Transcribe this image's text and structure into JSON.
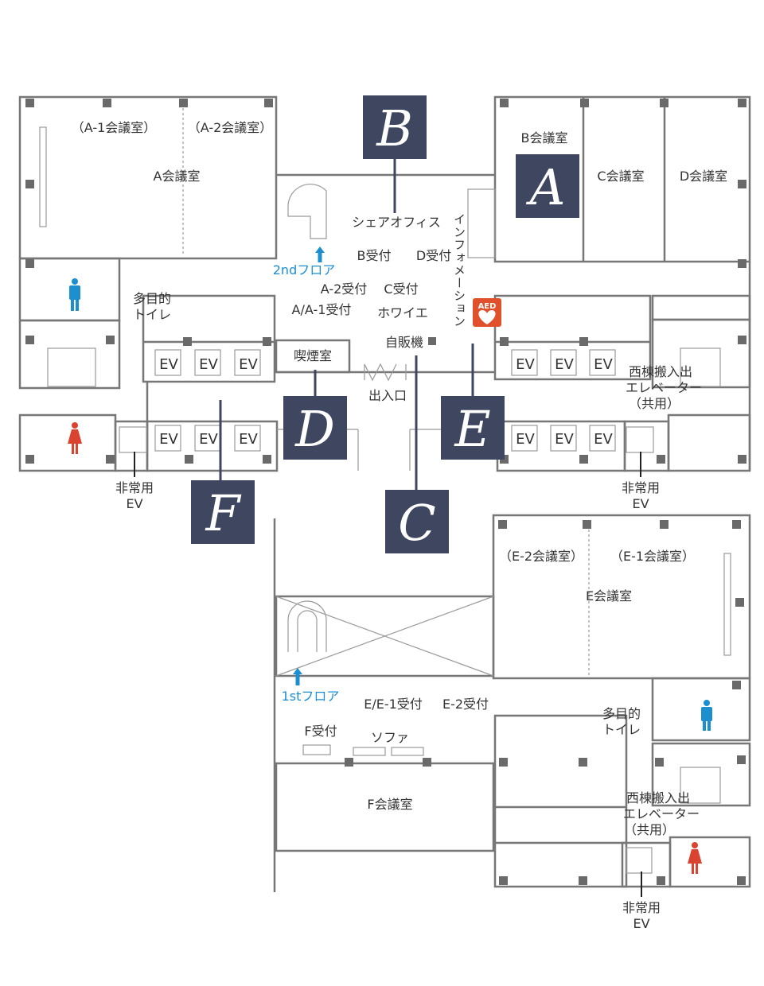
{
  "floor2": {
    "rooms": {
      "a1": "（A-1会議室）",
      "a2": "（A-2会議室）",
      "a": "A会議室",
      "b": "B会議室",
      "c": "C会議室",
      "d": "D会議室",
      "share_office": "シェアオフィス",
      "smoking": "喫煙室",
      "foyer": "ホワイエ",
      "vending": "自販機",
      "entrance": "出入口",
      "information": "インフォメーション",
      "multi_toilet": [
        "多目的",
        "トイレ"
      ],
      "west_elevator": [
        "西棟搬入出",
        "エレベーター",
        "（共用）"
      ],
      "emergency_ev": [
        "非常用",
        "EV"
      ]
    },
    "floor_link": "2ndフロア",
    "receptions": {
      "b": "B受付",
      "d": "D受付",
      "a2": "A-2受付",
      "c": "C受付",
      "a_a1": "A/A-1受付"
    },
    "ev_label": "EV",
    "aed": "AED"
  },
  "floor1": {
    "rooms": {
      "e2": "（E-2会議室）",
      "e1": "（E-1会議室）",
      "e": "E会議室",
      "f": "F会議室",
      "sofa": "ソファ",
      "multi_toilet": [
        "多目的",
        "トイレ"
      ],
      "west_elevator": [
        "西棟搬入出",
        "エレベーター",
        "（共用）"
      ],
      "emergency_ev": [
        "非常用",
        "EV"
      ]
    },
    "floor_link": "1stフロア",
    "receptions": {
      "e_e1": "E/E-1受付",
      "e2": "E-2受付",
      "f": "F受付"
    }
  },
  "markers": {
    "a": "A",
    "b": "B",
    "c": "C",
    "d": "D",
    "e": "E",
    "f": "F"
  },
  "colors": {
    "marker": "#3e4660",
    "floor_link": "#1d8fcf",
    "male": "#1d8fcf",
    "female": "#d9432f",
    "aed": "#e0502a"
  }
}
